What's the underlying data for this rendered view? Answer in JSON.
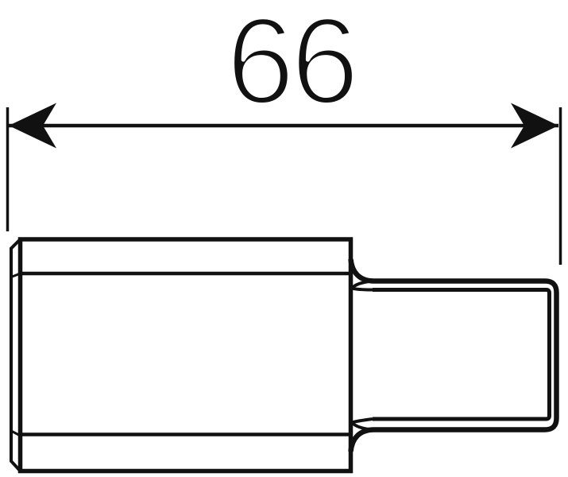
{
  "drawing": {
    "type": "technical-dimension-drawing",
    "part": "hex-body-fitting-side-view",
    "dimension": {
      "label": "66",
      "value": 66
    },
    "colors": {
      "line": "#111111",
      "background": "#ffffff"
    }
  }
}
